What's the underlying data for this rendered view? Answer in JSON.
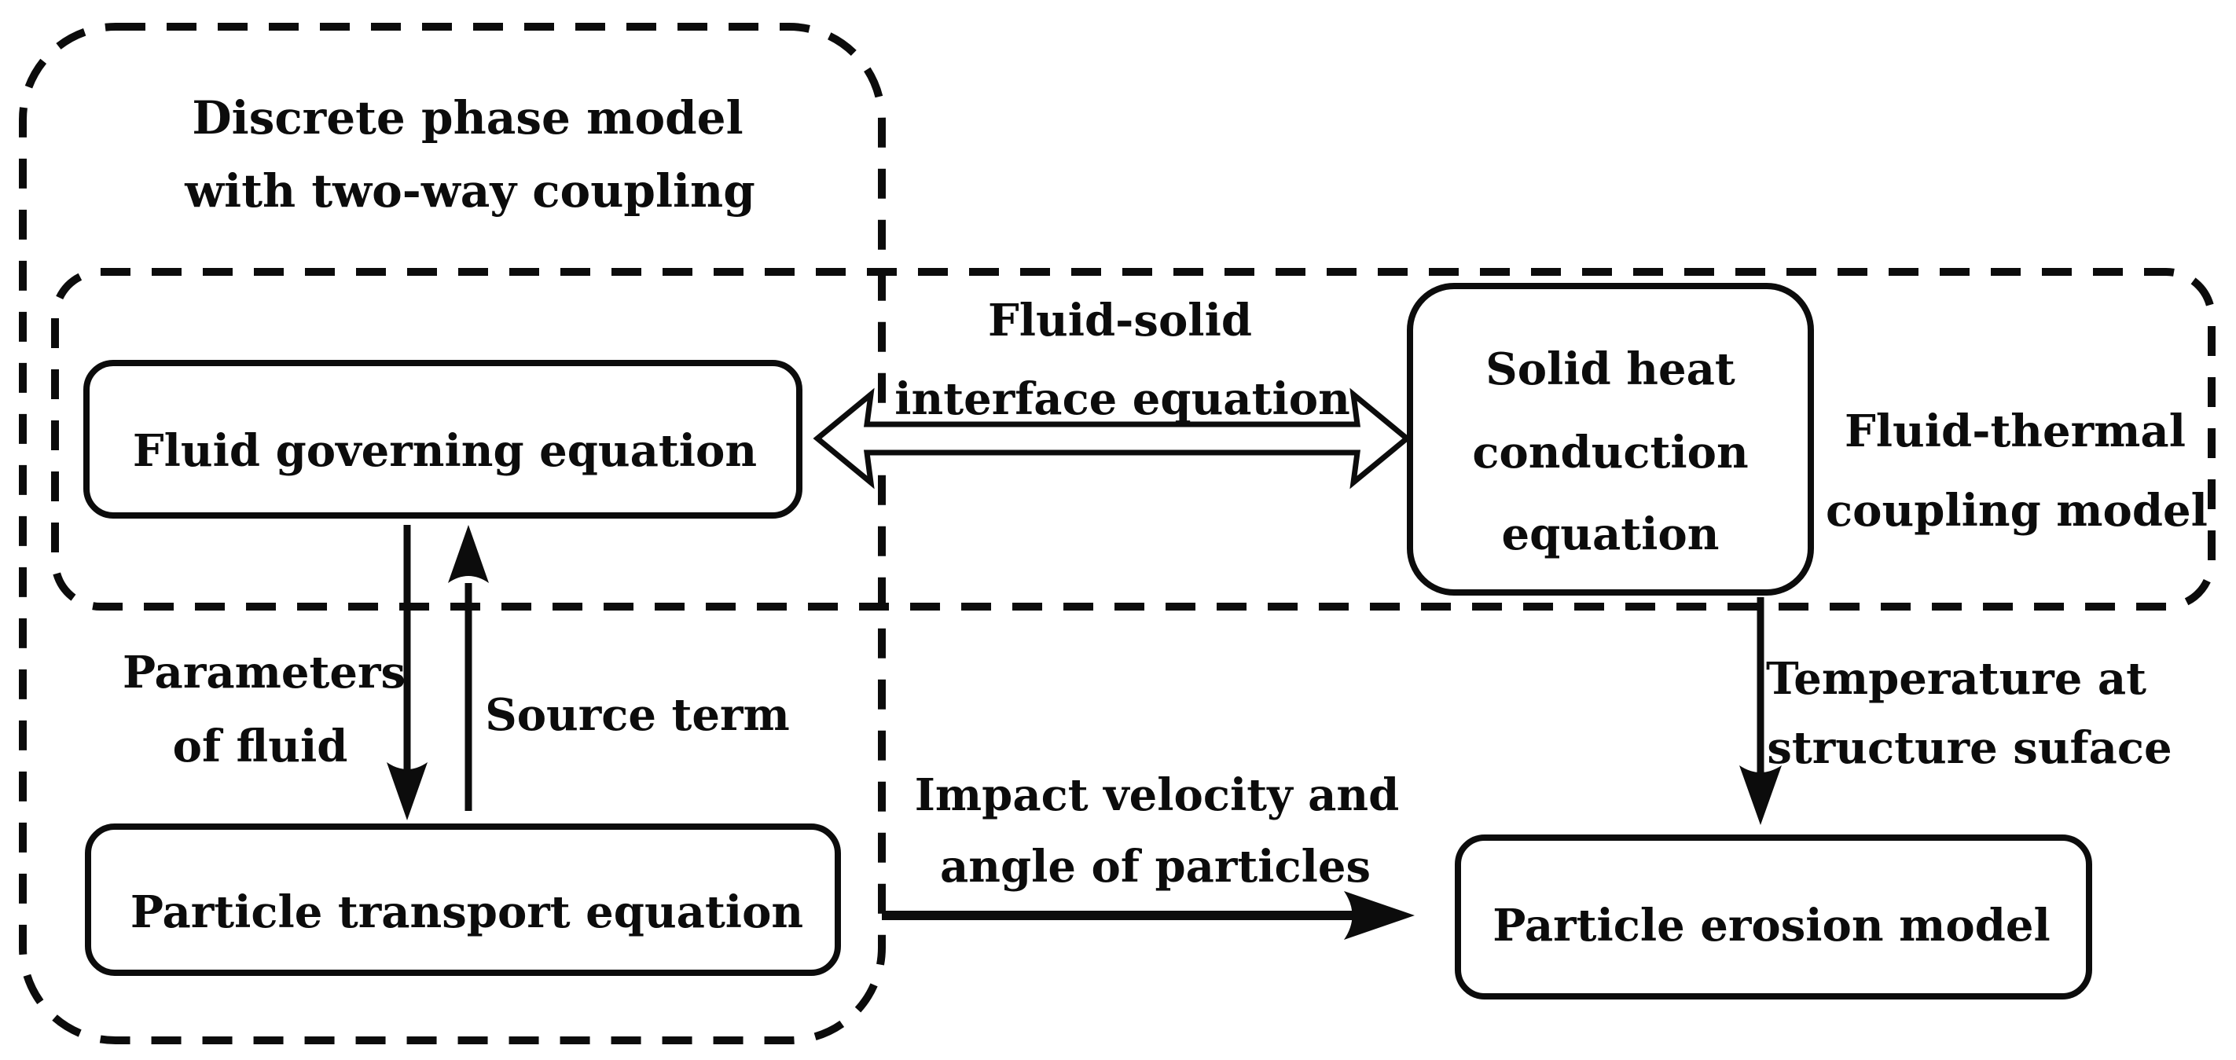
{
  "diagram": {
    "background_color": "#ffffff",
    "stroke_color": "#0c0c0c",
    "groups": {
      "discrete_phase": {
        "label_line1": "Discrete phase model",
        "label_line2": "with two-way coupling"
      },
      "fluid_thermal": {
        "label_line1": "Fluid-thermal",
        "label_line2": "coupling model"
      }
    },
    "nodes": {
      "fluid_governing": {
        "label": "Fluid governing equation"
      },
      "solid_heat": {
        "line1": "Solid heat",
        "line2": "conduction",
        "line3": "equation"
      },
      "particle_transport": {
        "label": "Particle transport equation"
      },
      "particle_erosion": {
        "label": "Particle erosion model"
      }
    },
    "edge_labels": {
      "fluid_solid": {
        "line1": "Fluid-solid",
        "line2": "interface equation"
      },
      "parameters_of_fluid": {
        "line1": "Parameters",
        "line2": "of fluid"
      },
      "source_term": {
        "label": "Source term"
      },
      "impact_velocity": {
        "line1": "Impact velocity and",
        "line2": "angle of particles"
      },
      "temperature": {
        "line1": "Temperature at",
        "line2": "structure suface"
      }
    }
  }
}
